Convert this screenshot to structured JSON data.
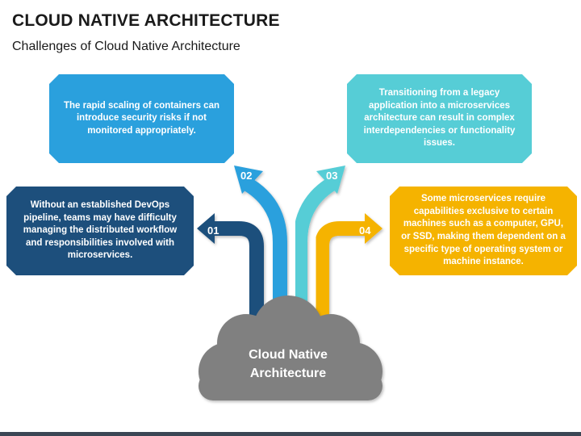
{
  "header": {
    "title": "CLOUD NATIVE ARCHITECTURE",
    "subtitle": "Challenges of Cloud Native Architecture"
  },
  "center": {
    "label_line1": "Cloud Native",
    "label_line2": "Architecture",
    "color": "#808080"
  },
  "challenges": [
    {
      "number": "01",
      "text": "Without an established DevOps pipeline, teams may have difficulty managing the distributed workflow and responsibilities involved with microservices.",
      "color": "#1d4f7c"
    },
    {
      "number": "02",
      "text": "The rapid scaling of containers can introduce security risks if not monitored appropriately.",
      "color": "#2aa0dd"
    },
    {
      "number": "03",
      "text": "Transitioning from a legacy application into a microservices architecture can result in complex interdependencies or functionality issues.",
      "color": "#56cdd6"
    },
    {
      "number": "04",
      "text": "Some microservices require capabilities exclusive to certain machines such as a computer, GPU, or SSD, making them dependent on a specific type of operating system or machine instance.",
      "color": "#f5b300"
    }
  ]
}
